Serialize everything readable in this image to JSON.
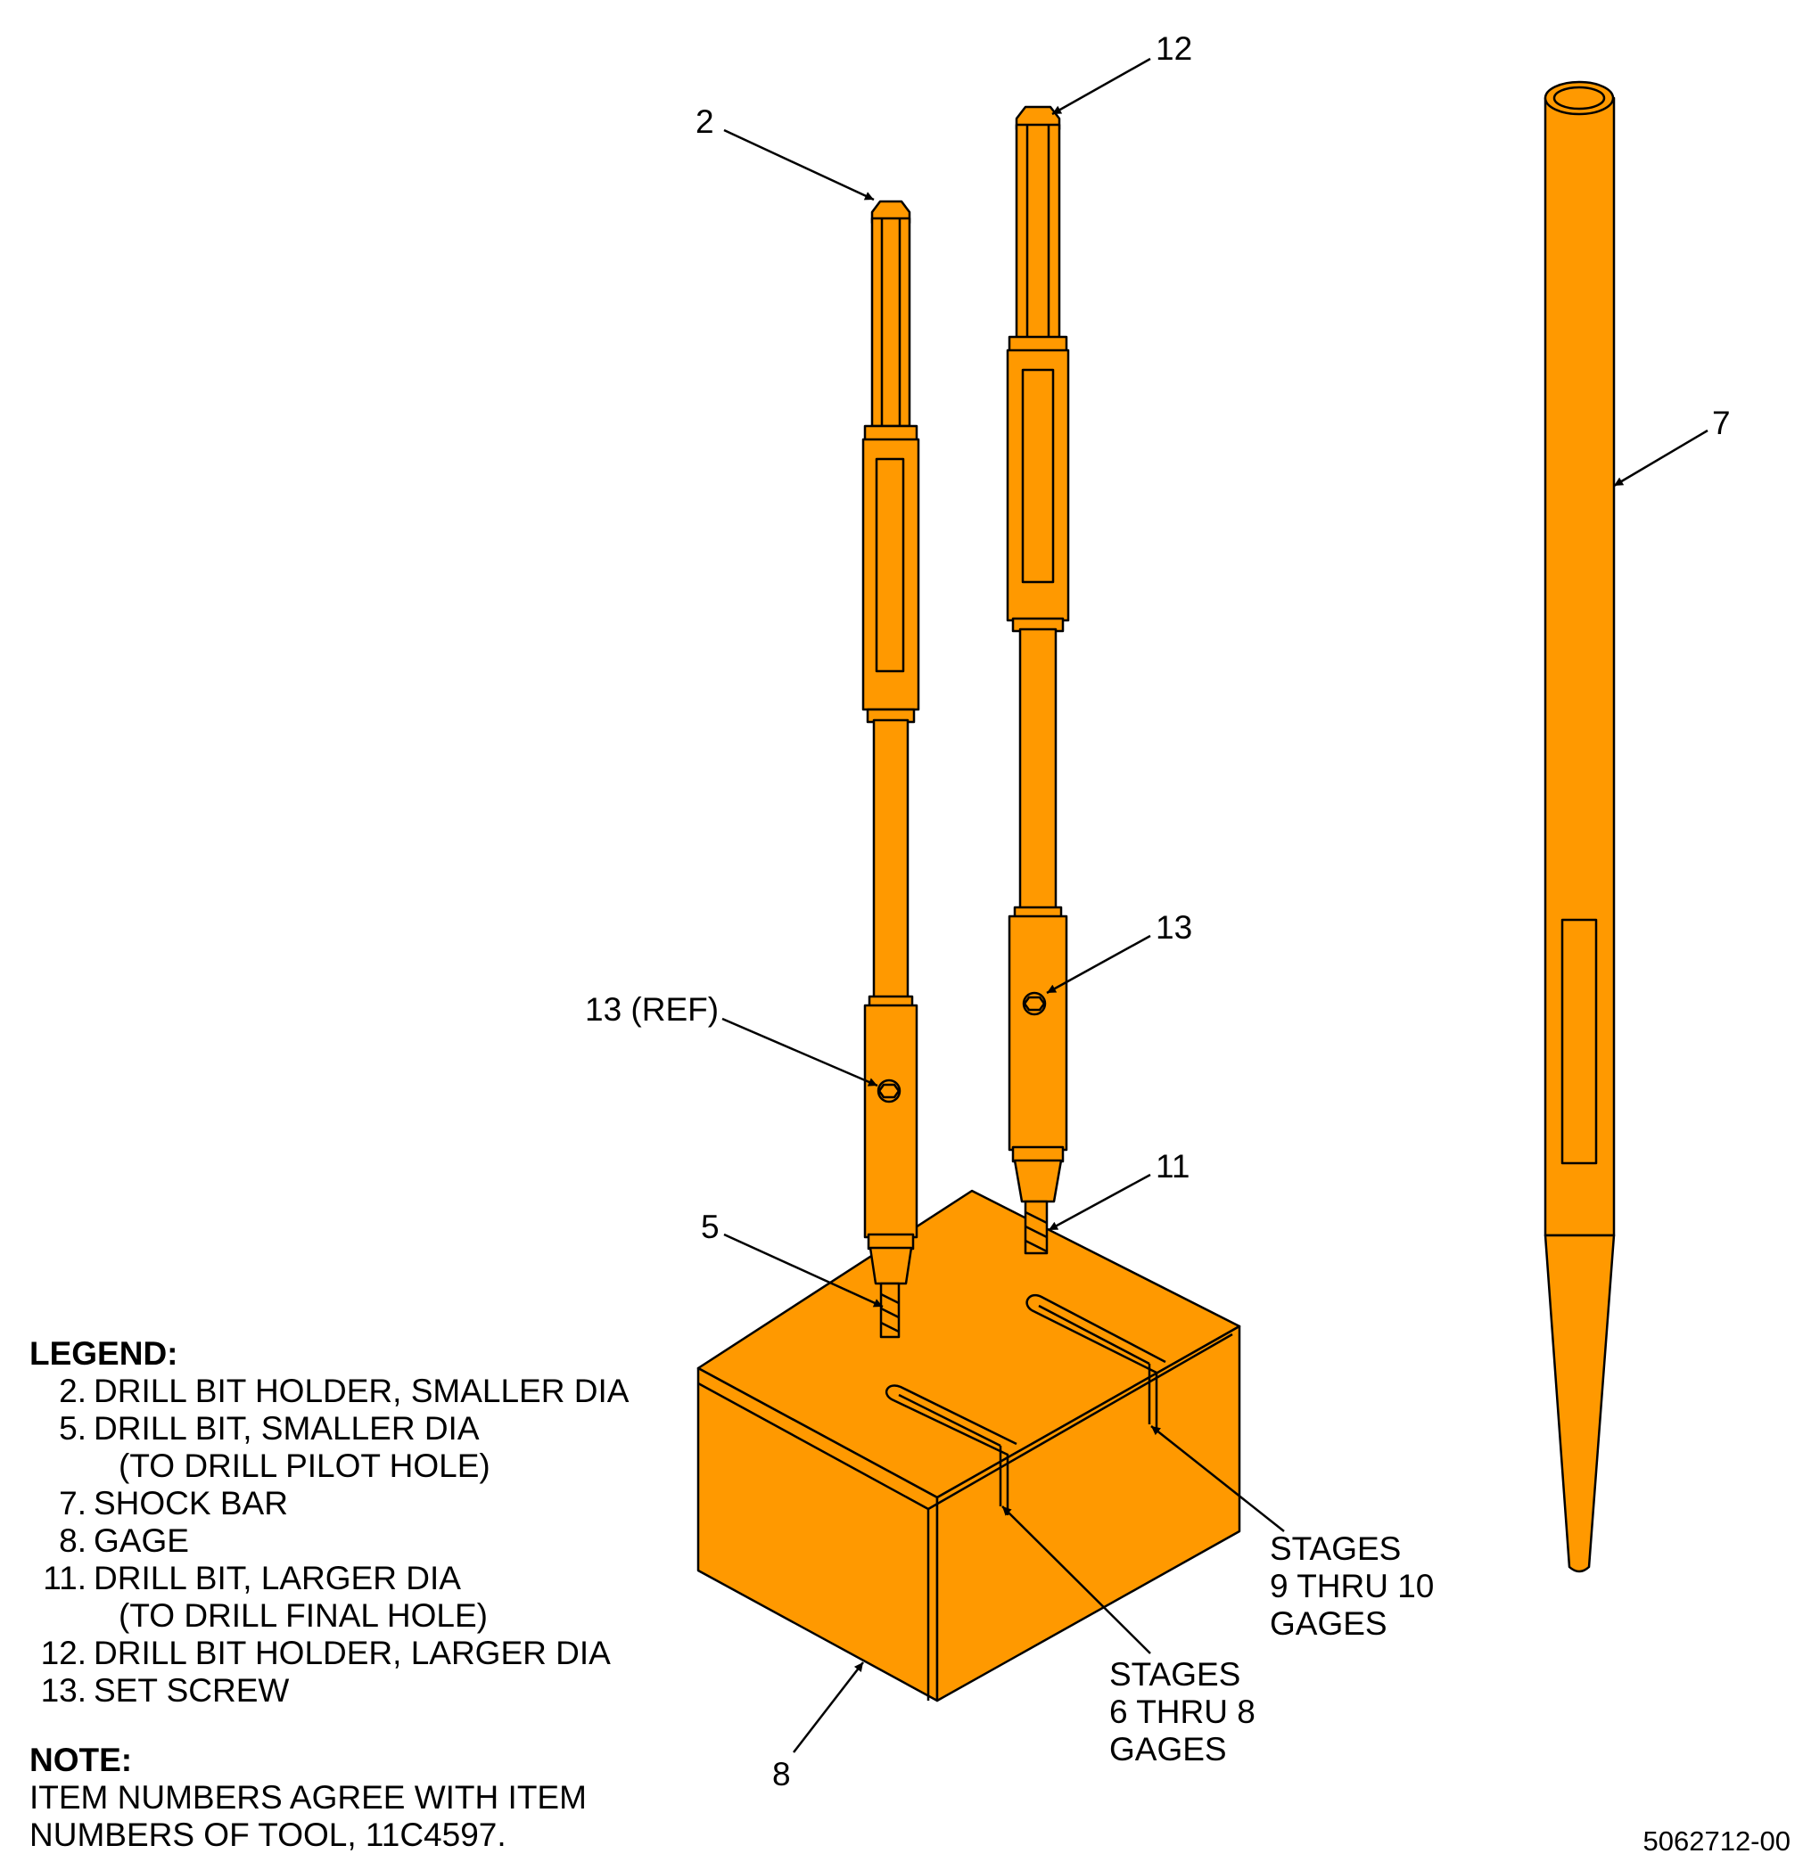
{
  "colors": {
    "part_fill": "#FF9900",
    "outline": "#000000",
    "background": "#FFFFFF"
  },
  "callouts": {
    "item_2": "2",
    "item_12": "12",
    "item_7": "7",
    "item_13": "13",
    "item_13_ref": "13 (REF)",
    "item_11": "11",
    "item_5": "5",
    "item_8": "8"
  },
  "stage_labels": {
    "stages_9_10": [
      "STAGES",
      "9 THRU 10",
      "GAGES"
    ],
    "stages_6_8": [
      "STAGES",
      "6 THRU 8",
      "GAGES"
    ]
  },
  "legend": {
    "heading": "LEGEND:",
    "items": [
      {
        "num": "2.",
        "text": "DRILL BIT HOLDER, SMALLER DIA"
      },
      {
        "num": "5.",
        "text": "DRILL BIT, SMALLER DIA",
        "cont": "(TO DRILL PILOT HOLE)"
      },
      {
        "num": "7.",
        "text": "SHOCK BAR"
      },
      {
        "num": "8.",
        "text": "GAGE"
      },
      {
        "num": "11.",
        "text": "DRILL BIT, LARGER DIA",
        "cont": "(TO DRILL FINAL HOLE)"
      },
      {
        "num": "12.",
        "text": "DRILL BIT HOLDER, LARGER DIA"
      },
      {
        "num": "13.",
        "text": "SET SCREW"
      }
    ]
  },
  "note": {
    "heading": "NOTE:",
    "lines": [
      "ITEM NUMBERS AGREE WITH ITEM",
      "NUMBERS OF TOOL, 11C4597."
    ]
  },
  "figure_id": "5062712-00"
}
